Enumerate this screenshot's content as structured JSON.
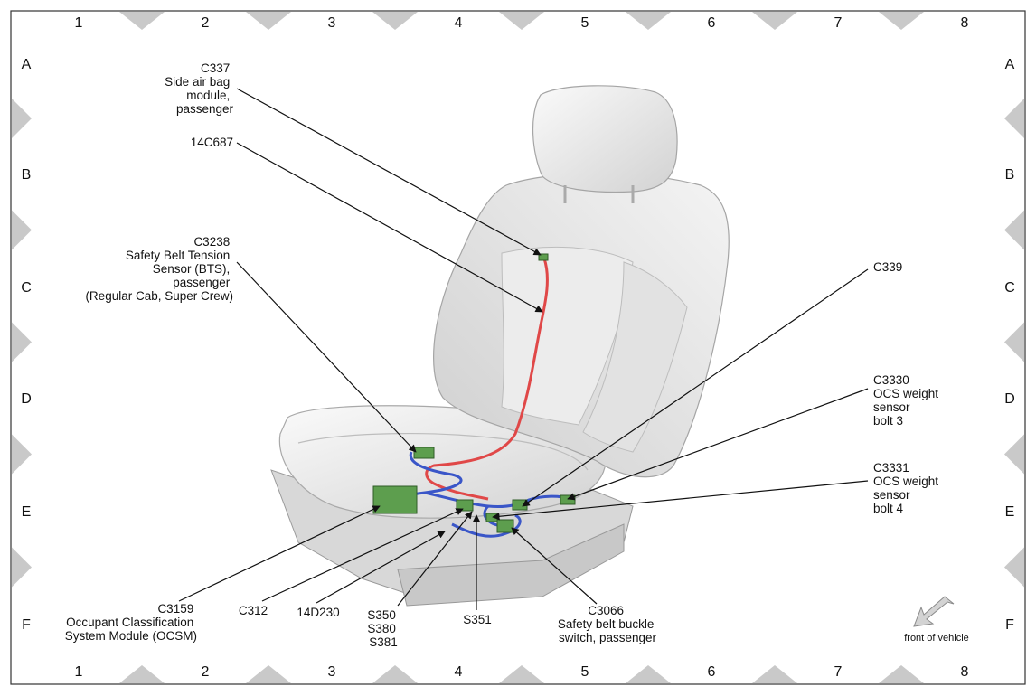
{
  "grid": {
    "columns": [
      "1",
      "2",
      "3",
      "4",
      "5",
      "6",
      "7",
      "8"
    ],
    "rows": [
      "A",
      "B",
      "C",
      "D",
      "E",
      "F"
    ]
  },
  "callouts": {
    "c337": [
      "C337",
      "Side air bag",
      "module,",
      "passenger"
    ],
    "p14c687": [
      "14C687"
    ],
    "c3238": [
      "C3238",
      "Safety Belt Tension",
      "Sensor (BTS),",
      "passenger",
      "(Regular Cab, Super Crew)"
    ],
    "c339": [
      "C339"
    ],
    "c3330": [
      "C3330",
      "OCS weight",
      "sensor",
      "bolt 3"
    ],
    "c3331": [
      "C3331",
      "OCS weight",
      "sensor",
      "bolt 4"
    ],
    "c3159": [
      "C3159",
      "Occupant Classification",
      "System Module (OCSM)"
    ],
    "c312": [
      "C312"
    ],
    "p14d230": [
      "14D230"
    ],
    "s350": [
      "S350",
      "S380",
      "S381"
    ],
    "s351": [
      "S351"
    ],
    "c3066": [
      "C3066",
      "Safety belt buckle",
      "switch, passenger"
    ]
  },
  "orientation": {
    "label": "front of vehicle",
    "icon": "arrow-down-left-icon"
  },
  "colors": {
    "red_harness": "#e04848",
    "blue_harness": "#3a56c8",
    "connector_green": "#5d9e4e",
    "seat": "#e9e9e9",
    "frame": "#c9c9c9"
  }
}
